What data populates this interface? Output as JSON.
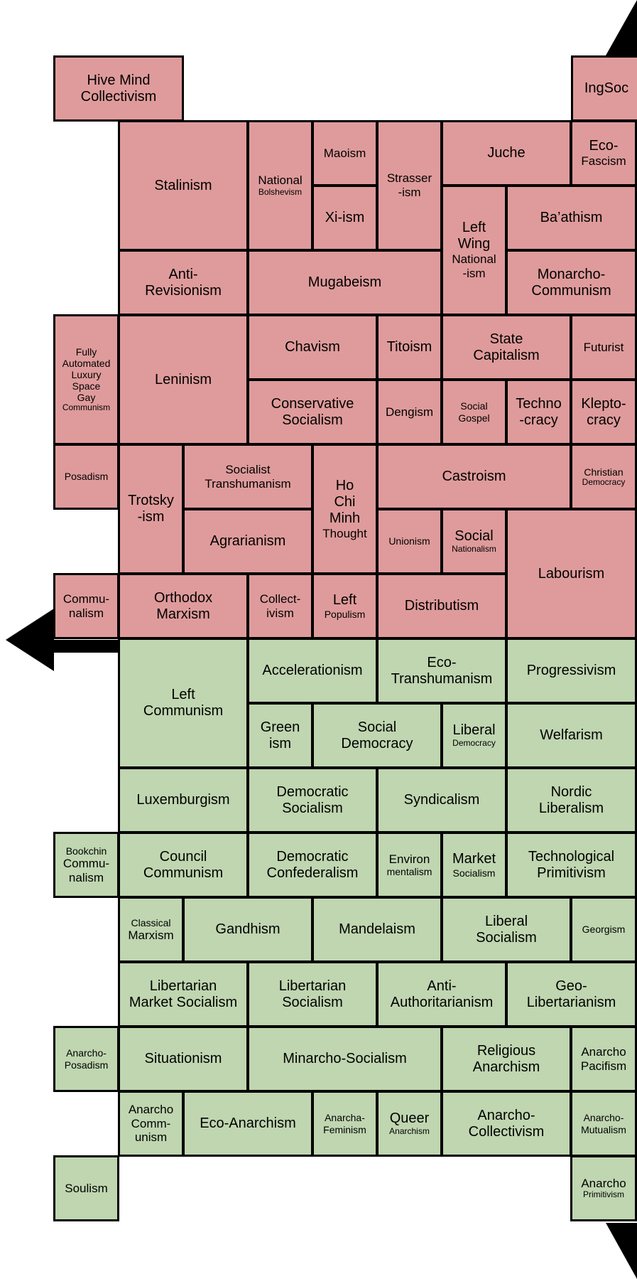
{
  "colors": {
    "authoritarian": "#df9b9b",
    "libertarian": "#bfd6b0",
    "border": "#000000"
  },
  "cells": [
    {
      "id": "hive-mind-collectivism",
      "side": "auth",
      "lines": [
        "Hive Mind",
        "Collectivism"
      ],
      "sizes": [
        "big",
        "big"
      ]
    },
    {
      "id": "ingsoc",
      "side": "auth",
      "lines": [
        "IngSoc"
      ],
      "sizes": [
        "big"
      ]
    },
    {
      "id": "stalinism",
      "side": "auth",
      "lines": [
        "Stalinism"
      ],
      "sizes": [
        "big"
      ]
    },
    {
      "id": "national-bolshevism",
      "side": "auth",
      "lines": [
        "National",
        "Bolshevism"
      ],
      "sizes": [
        "med",
        "xs"
      ]
    },
    {
      "id": "maoism",
      "side": "auth",
      "lines": [
        "Maoism"
      ],
      "sizes": [
        "med"
      ]
    },
    {
      "id": "strasserism",
      "side": "auth",
      "lines": [
        "Strasser",
        "-ism"
      ],
      "sizes": [
        "med",
        "med"
      ]
    },
    {
      "id": "juche",
      "side": "auth",
      "lines": [
        "Juche"
      ],
      "sizes": [
        "big"
      ]
    },
    {
      "id": "eco-fascism",
      "side": "auth",
      "lines": [
        "Eco-",
        "Fascism"
      ],
      "sizes": [
        "big",
        "med"
      ]
    },
    {
      "id": "xi-ism",
      "side": "auth",
      "lines": [
        "Xi-ism"
      ],
      "sizes": [
        "big"
      ]
    },
    {
      "id": "left-wing-nationalism",
      "side": "auth",
      "lines": [
        "Left",
        "Wing",
        "National",
        "-ism"
      ],
      "sizes": [
        "big",
        "big",
        "med",
        "med"
      ]
    },
    {
      "id": "baathism",
      "side": "auth",
      "lines": [
        "Ba’athism"
      ],
      "sizes": [
        "big"
      ]
    },
    {
      "id": "anti-revisionism",
      "side": "auth",
      "lines": [
        "Anti-",
        "Revisionism"
      ],
      "sizes": [
        "big",
        "big"
      ]
    },
    {
      "id": "mugabeism",
      "side": "auth",
      "lines": [
        "Mugabeism"
      ],
      "sizes": [
        "big"
      ]
    },
    {
      "id": "monarcho-communism",
      "side": "auth",
      "lines": [
        "Monarcho-",
        "Communism"
      ],
      "sizes": [
        "big",
        "big"
      ]
    },
    {
      "id": "fully-automated-luxury-space-gay-communism",
      "side": "auth",
      "lines": [
        "Fully",
        "Automated",
        "Luxury",
        "Space",
        "Gay",
        "Communism"
      ],
      "sizes": [
        "sm",
        "sm",
        "sm",
        "sm",
        "sm",
        "xs"
      ]
    },
    {
      "id": "leninism",
      "side": "auth",
      "lines": [
        "Leninism"
      ],
      "sizes": [
        "big"
      ]
    },
    {
      "id": "chavism",
      "side": "auth",
      "lines": [
        "Chavism"
      ],
      "sizes": [
        "big"
      ]
    },
    {
      "id": "titoism",
      "side": "auth",
      "lines": [
        "Titoism"
      ],
      "sizes": [
        "big"
      ]
    },
    {
      "id": "state-capitalism",
      "side": "auth",
      "lines": [
        "State",
        "Capitalism"
      ],
      "sizes": [
        "big",
        "big"
      ]
    },
    {
      "id": "futurist",
      "side": "auth",
      "lines": [
        "Futurist"
      ],
      "sizes": [
        "med"
      ]
    },
    {
      "id": "conservative-socialism",
      "side": "auth",
      "lines": [
        "Conservative",
        "Socialism"
      ],
      "sizes": [
        "big",
        "big"
      ]
    },
    {
      "id": "dengism",
      "side": "auth",
      "lines": [
        "Dengism"
      ],
      "sizes": [
        "med"
      ]
    },
    {
      "id": "social-gospel",
      "side": "auth",
      "lines": [
        "Social",
        "Gospel"
      ],
      "sizes": [
        "sm",
        "sm"
      ]
    },
    {
      "id": "technocracy",
      "side": "auth",
      "lines": [
        "Techno",
        "-cracy"
      ],
      "sizes": [
        "big",
        "big"
      ]
    },
    {
      "id": "kleptocracy",
      "side": "auth",
      "lines": [
        "Klepto-",
        "cracy"
      ],
      "sizes": [
        "big",
        "big"
      ]
    },
    {
      "id": "posadism",
      "side": "auth",
      "lines": [
        "Posadism"
      ],
      "sizes": [
        "sm"
      ]
    },
    {
      "id": "trotskyism",
      "side": "auth",
      "lines": [
        "Trotsky",
        "-ism"
      ],
      "sizes": [
        "big",
        "big"
      ]
    },
    {
      "id": "socialist-transhumanism",
      "side": "auth",
      "lines": [
        "Socialist",
        "Transhumanism"
      ],
      "sizes": [
        "med",
        "med"
      ]
    },
    {
      "id": "ho-chi-minh-thought",
      "side": "auth",
      "lines": [
        "Ho",
        "Chi",
        "Minh",
        "Thought"
      ],
      "sizes": [
        "big",
        "big",
        "big",
        "med"
      ]
    },
    {
      "id": "castroism",
      "side": "auth",
      "lines": [
        "Castroism"
      ],
      "sizes": [
        "big"
      ]
    },
    {
      "id": "christian-democracy",
      "side": "auth",
      "lines": [
        "Christian",
        "Democracy"
      ],
      "sizes": [
        "sm",
        "xs"
      ]
    },
    {
      "id": "agrarianism",
      "side": "auth",
      "lines": [
        "Agrarianism"
      ],
      "sizes": [
        "big"
      ]
    },
    {
      "id": "unionism",
      "side": "auth",
      "lines": [
        "Unionism"
      ],
      "sizes": [
        "sm"
      ]
    },
    {
      "id": "social-nationalism",
      "side": "auth",
      "lines": [
        "Social",
        "Nationalism"
      ],
      "sizes": [
        "big",
        "xs"
      ]
    },
    {
      "id": "labourism",
      "side": "auth",
      "lines": [
        "Labourism"
      ],
      "sizes": [
        "big"
      ]
    },
    {
      "id": "communalism",
      "side": "auth",
      "lines": [
        "Commu-",
        "nalism"
      ],
      "sizes": [
        "med",
        "med"
      ]
    },
    {
      "id": "orthodox-marxism",
      "side": "auth",
      "lines": [
        "Orthodox",
        "Marxism"
      ],
      "sizes": [
        "big",
        "big"
      ]
    },
    {
      "id": "collectivism",
      "side": "auth",
      "lines": [
        "Collect-",
        "ivism"
      ],
      "sizes": [
        "med",
        "med"
      ]
    },
    {
      "id": "left-populism",
      "side": "auth",
      "lines": [
        "Left",
        "Populism"
      ],
      "sizes": [
        "big",
        "sm"
      ]
    },
    {
      "id": "distributism",
      "side": "auth",
      "lines": [
        "Distributism"
      ],
      "sizes": [
        "big"
      ]
    },
    {
      "id": "left-communism",
      "side": "lib",
      "lines": [
        "Left",
        "Communism"
      ],
      "sizes": [
        "big",
        "big"
      ]
    },
    {
      "id": "accelerationism",
      "side": "lib",
      "lines": [
        "Accelerationism"
      ],
      "sizes": [
        "big"
      ]
    },
    {
      "id": "eco-transhumanism",
      "side": "lib",
      "lines": [
        "Eco-",
        "Transhumanism"
      ],
      "sizes": [
        "big",
        "big"
      ]
    },
    {
      "id": "progressivism",
      "side": "lib",
      "lines": [
        "Progressivism"
      ],
      "sizes": [
        "big"
      ]
    },
    {
      "id": "greenism",
      "side": "lib",
      "lines": [
        "Green",
        "ism"
      ],
      "sizes": [
        "big",
        "big"
      ]
    },
    {
      "id": "social-democracy",
      "side": "lib",
      "lines": [
        "Social",
        "Democracy"
      ],
      "sizes": [
        "big",
        "big"
      ]
    },
    {
      "id": "liberal-democracy",
      "side": "lib",
      "lines": [
        "Liberal",
        "Democracy"
      ],
      "sizes": [
        "big",
        "xs"
      ]
    },
    {
      "id": "welfarism",
      "side": "lib",
      "lines": [
        "Welfarism"
      ],
      "sizes": [
        "big"
      ]
    },
    {
      "id": "luxemburgism",
      "side": "lib",
      "lines": [
        "Luxemburgism"
      ],
      "sizes": [
        "big"
      ]
    },
    {
      "id": "democratic-socialism",
      "side": "lib",
      "lines": [
        "Democratic",
        "Socialism"
      ],
      "sizes": [
        "big",
        "big"
      ]
    },
    {
      "id": "syndicalism",
      "side": "lib",
      "lines": [
        "Syndicalism"
      ],
      "sizes": [
        "big"
      ]
    },
    {
      "id": "nordic-liberalism",
      "side": "lib",
      "lines": [
        "Nordic",
        "Liberalism"
      ],
      "sizes": [
        "big",
        "big"
      ]
    },
    {
      "id": "bookchin-communalism",
      "side": "lib",
      "lines": [
        "Bookchin",
        "Commu-",
        "nalism"
      ],
      "sizes": [
        "sm",
        "med",
        "med"
      ]
    },
    {
      "id": "council-communism",
      "side": "lib",
      "lines": [
        "Council",
        "Communism"
      ],
      "sizes": [
        "big",
        "big"
      ]
    },
    {
      "id": "democratic-confederalism",
      "side": "lib",
      "lines": [
        "Democratic",
        "Confederalism"
      ],
      "sizes": [
        "big",
        "big"
      ]
    },
    {
      "id": "environmentalism",
      "side": "lib",
      "lines": [
        "Environ",
        "mentalism"
      ],
      "sizes": [
        "med",
        "sm"
      ]
    },
    {
      "id": "market-socialism",
      "side": "lib",
      "lines": [
        "Market",
        "Socialism"
      ],
      "sizes": [
        "big",
        "sm"
      ]
    },
    {
      "id": "technological-primitivism",
      "side": "lib",
      "lines": [
        "Technological",
        "Primitivism"
      ],
      "sizes": [
        "big",
        "big"
      ]
    },
    {
      "id": "classical-marxism",
      "side": "lib",
      "lines": [
        "Classical",
        "Marxism"
      ],
      "sizes": [
        "sm",
        "med"
      ]
    },
    {
      "id": "gandhism",
      "side": "lib",
      "lines": [
        "Gandhism"
      ],
      "sizes": [
        "big"
      ]
    },
    {
      "id": "mandelaism",
      "side": "lib",
      "lines": [
        "Mandelaism"
      ],
      "sizes": [
        "big"
      ]
    },
    {
      "id": "liberal-socialism",
      "side": "lib",
      "lines": [
        "Liberal",
        "Socialism"
      ],
      "sizes": [
        "big",
        "big"
      ]
    },
    {
      "id": "georgism",
      "side": "lib",
      "lines": [
        "Georgism"
      ],
      "sizes": [
        "sm"
      ]
    },
    {
      "id": "libertarian-market-socialism",
      "side": "lib",
      "lines": [
        "Libertarian",
        "Market Socialism"
      ],
      "sizes": [
        "big",
        "big"
      ]
    },
    {
      "id": "libertarian-socialism",
      "side": "lib",
      "lines": [
        "Libertarian",
        "Socialism"
      ],
      "sizes": [
        "big",
        "big"
      ]
    },
    {
      "id": "anti-authoritarianism",
      "side": "lib",
      "lines": [
        "Anti-",
        "Authoritarianism"
      ],
      "sizes": [
        "big",
        "big"
      ]
    },
    {
      "id": "geo-libertarianism",
      "side": "lib",
      "lines": [
        "Geo-",
        "Libertarianism"
      ],
      "sizes": [
        "big",
        "big"
      ]
    },
    {
      "id": "anarcho-posadism",
      "side": "lib",
      "lines": [
        "Anarcho-",
        "Posadism"
      ],
      "sizes": [
        "sm",
        "sm"
      ]
    },
    {
      "id": "situationism",
      "side": "lib",
      "lines": [
        "Situationism"
      ],
      "sizes": [
        "big"
      ]
    },
    {
      "id": "minarcho-socialism",
      "side": "lib",
      "lines": [
        "Minarcho-Socialism"
      ],
      "sizes": [
        "big"
      ]
    },
    {
      "id": "religious-anarchism",
      "side": "lib",
      "lines": [
        "Religious",
        "Anarchism"
      ],
      "sizes": [
        "big",
        "big"
      ]
    },
    {
      "id": "anarcho-pacifism",
      "side": "lib",
      "lines": [
        "Anarcho",
        "Pacifism"
      ],
      "sizes": [
        "med",
        "med"
      ]
    },
    {
      "id": "anarcho-communism",
      "side": "lib",
      "lines": [
        "Anarcho",
        "Comm-",
        "unism"
      ],
      "sizes": [
        "med",
        "med",
        "med"
      ]
    },
    {
      "id": "eco-anarchism",
      "side": "lib",
      "lines": [
        "Eco-Anarchism"
      ],
      "sizes": [
        "big"
      ]
    },
    {
      "id": "anarcha-feminism",
      "side": "lib",
      "lines": [
        "Anarcha-",
        "Feminism"
      ],
      "sizes": [
        "sm",
        "sm"
      ]
    },
    {
      "id": "queer-anarchism",
      "side": "lib",
      "lines": [
        "Queer",
        "Anarchism"
      ],
      "sizes": [
        "big",
        "xs"
      ]
    },
    {
      "id": "anarcho-collectivism",
      "side": "lib",
      "lines": [
        "Anarcho-",
        "Collectivism"
      ],
      "sizes": [
        "big",
        "big"
      ]
    },
    {
      "id": "anarcho-mutualism",
      "side": "lib",
      "lines": [
        "Anarcho-",
        "Mutualism"
      ],
      "sizes": [
        "sm",
        "sm"
      ]
    },
    {
      "id": "soulism",
      "side": "lib",
      "lines": [
        "Soulism"
      ],
      "sizes": [
        "med"
      ]
    },
    {
      "id": "anarcho-primitivism",
      "side": "lib",
      "lines": [
        "Anarcho",
        "Primitivism"
      ],
      "sizes": [
        "med",
        "xs"
      ]
    }
  ]
}
